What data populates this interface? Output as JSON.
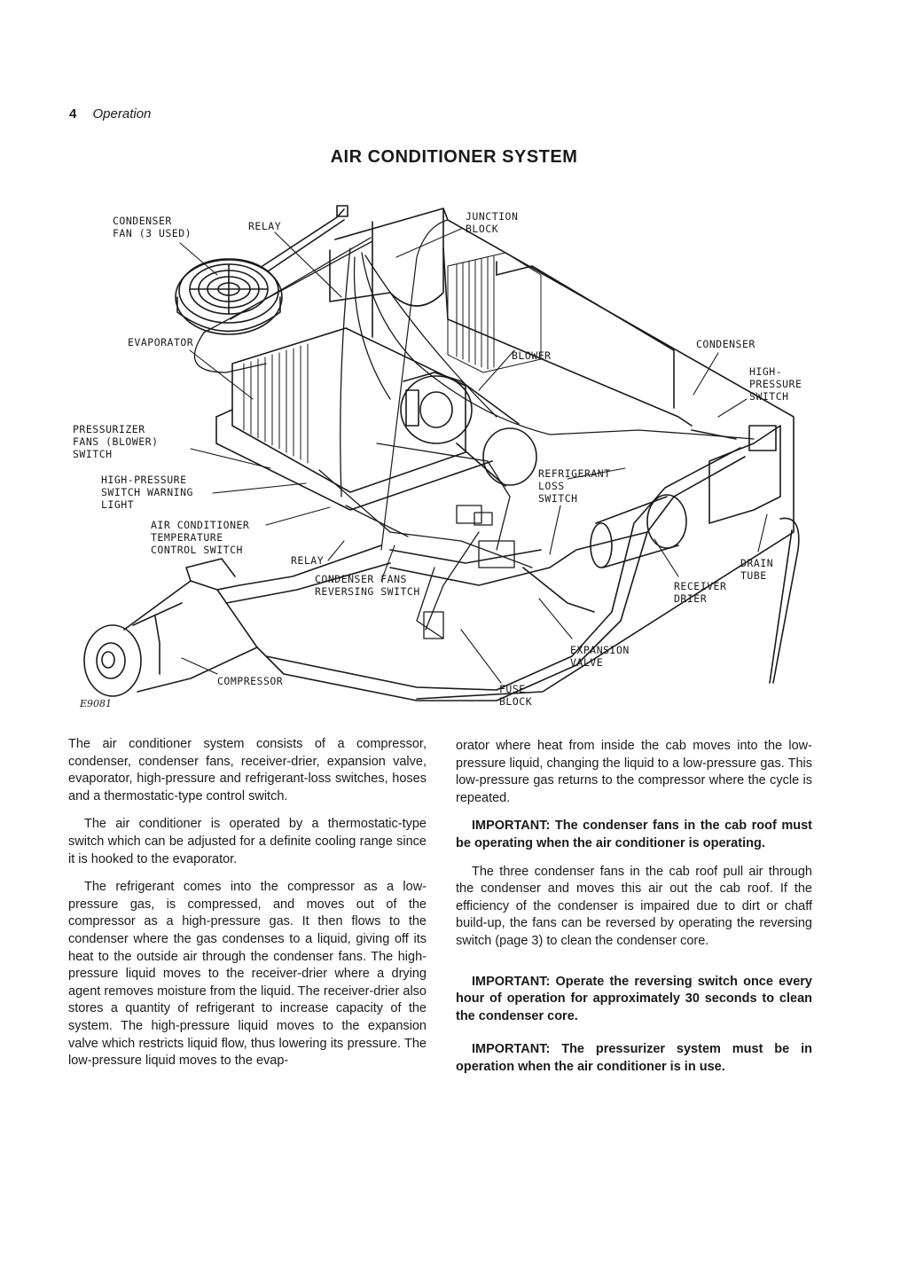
{
  "header": {
    "page_number": "4",
    "section": "Operation"
  },
  "title": "AIR CONDITIONER SYSTEM",
  "figure": {
    "id": "E9081",
    "labels": {
      "condenser_fan_1": "CONDENSER",
      "condenser_fan_2": "FAN (3 USED)",
      "relay_top": "RELAY",
      "junction_1": "JUNCTION",
      "junction_2": "BLOCK",
      "evaporator": "EVAPORATOR",
      "blower": "BLOWER",
      "condenser": "CONDENSER",
      "hps_1": "HIGH-",
      "hps_2": "PRESSURE",
      "hps_3": "SWITCH",
      "pressurizer_1": "PRESSURIZER",
      "pressurizer_2": "FANS (BLOWER)",
      "pressurizer_3": "SWITCH",
      "hpswl_1": "HIGH-PRESSURE",
      "hpswl_2": "SWITCH WARNING",
      "hpswl_3": "LIGHT",
      "actcs_1": "AIR CONDITIONER",
      "actcs_2": "TEMPERATURE",
      "actcs_3": "CONTROL SWITCH",
      "rls_1": "REFRIGERANT",
      "rls_2": "LOSS",
      "rls_3": "SWITCH",
      "relay_mid": "RELAY",
      "cfrs_1": "CONDENSER FANS",
      "cfrs_2": "REVERSING SWITCH",
      "drain_1": "DRAIN",
      "drain_2": "TUBE",
      "receiver_1": "RECEIVER",
      "receiver_2": "DRIER",
      "expansion_1": "EXPANSION",
      "expansion_2": "VALVE",
      "compressor": "COMPRESSOR",
      "fuse_1": "FUSE",
      "fuse_2": "BLOCK"
    }
  },
  "body": {
    "left": [
      "The air conditioner system consists of a compressor, condenser, condenser fans, receiver-drier, expansion valve, evaporator, high-pressure and refrigerant-loss switches, hoses and a thermostatic-type control switch.",
      "The air conditioner is operated by a thermostatic-type switch which can be adjusted for a definite cooling range since it is hooked to the evaporator.",
      "The refrigerant comes into the compressor as a low-pressure gas, is compressed, and moves out of the compressor as a high-pressure gas. It then flows to the condenser where the gas condenses to a liquid, giving off its heat to the outside air through the condenser fans. The high-pressure liquid moves to the receiver-drier where a drying agent removes moisture from the liquid. The receiver-drier also stores a quantity of refrigerant to increase capacity of the system. The high-pressure liquid moves to the expansion valve which restricts liquid flow, thus lowering its pressure. The low-pressure liquid moves to the evap-"
    ],
    "right_p1": "orator where heat from inside the cab moves into the low-pressure liquid, changing the liquid to a low-pressure gas. This low-pressure gas returns to the compressor where the cycle is repeated.",
    "important_1": "IMPORTANT: The condenser fans in the cab roof must be operating when the air conditioner is operating.",
    "right_p2": "The three condenser fans in the cab roof pull air through the condenser and moves this air out the cab roof. If the efficiency of the condenser is impaired due to dirt or chaff build-up, the fans can be reversed by operating the reversing switch (page 3) to clean the condenser core.",
    "important_2": "IMPORTANT: Operate the reversing switch once every hour of operation for approximately 30 seconds to clean the condenser core.",
    "important_3": "IMPORTANT: The pressurizer system must be in operation when the air conditioner is in use."
  }
}
